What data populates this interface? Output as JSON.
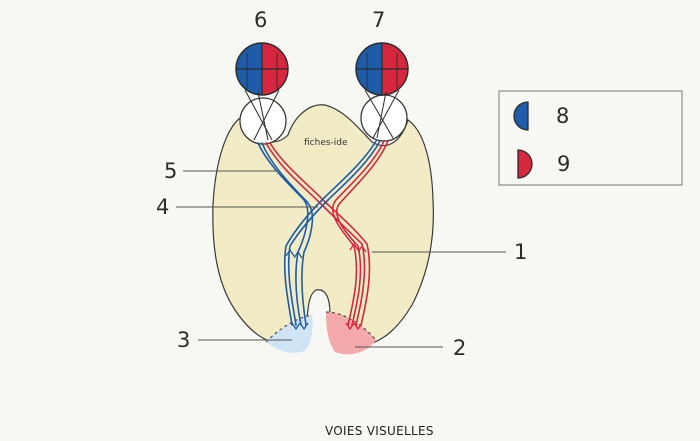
{
  "diagram": {
    "caption": "VOIES VISUELLES",
    "watermark": "fiches-ide",
    "labels": {
      "l1": "1",
      "l2": "2",
      "l3": "3",
      "l4": "4",
      "l5": "5",
      "l6": "6",
      "l7": "7",
      "l8": "8",
      "l9": "9"
    },
    "colors": {
      "brain": "#f1ecc6",
      "outline": "#3a3a3a",
      "left_field": "#1e5ba8",
      "right_field": "#d6273f",
      "blue_area": "#cfe4f5",
      "red_area": "#f3a9a9",
      "background": "#f7f7f3"
    }
  }
}
